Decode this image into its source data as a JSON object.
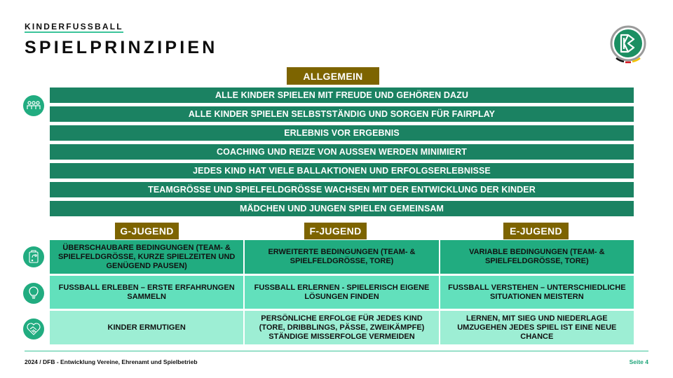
{
  "header": {
    "kicker": "KINDERFUSSBALL",
    "title": "SPIELPRINZIPIEN",
    "logo": "dfb-logo"
  },
  "general": {
    "label": "ALLGEMEIN",
    "icon": "group-of-children-icon",
    "items": [
      "ALLE KINDER SPIELEN MIT FREUDE UND GEHÖREN DAZU",
      "ALLE KINDER SPIELEN SELBSTSTÄNDIG UND SORGEN FÜR FAIRPLAY",
      "ERLEBNIS VOR ERGEBNIS",
      "COACHING UND REIZE VON AUSSEN WERDEN MINIMIERT",
      "JEDES KIND HAT VIELE BALLAKTIONEN UND ERFOLGSERLEBNISSE",
      "TEAMGRÖSSE UND SPIELFELDGRÖSSE WACHSEN MIT DER ENTWICKLUNG DER KINDER",
      "MÄDCHEN UND JUNGEN SPIELEN GEMEINSAM"
    ]
  },
  "table": {
    "columns": [
      "G-JUGEND",
      "F-JUGEND",
      "E-JUGEND"
    ],
    "row_icons": [
      "tactics-board-icon",
      "lightbulb-icon",
      "heart-handshake-icon"
    ],
    "rows": [
      [
        "ÜBERSCHAUBARE BEDINGUNGEN (TEAM- & SPIELFELDGRÖSSE, KURZE SPIELZEITEN UND GENÜGEND PAUSEN)",
        "ERWEITERTE BEDINGUNGEN (TEAM- & SPIELFELDGRÖSSE, TORE)",
        "VARIABLE BEDINGUNGEN (TEAM- & SPIELFELDGRÖSSE, TORE)"
      ],
      [
        "FUSSBALL ERLEBEN – ERSTE ERFAHRUNGEN SAMMELN",
        "FUSSBALL ERLERNEN - SPIELERISCH EIGENE LÖSUNGEN FINDEN",
        "FUSSBALL VERSTEHEN – UNTERSCHIEDLICHE SITUATIONEN MEISTERN"
      ],
      [
        "KINDER ERMUTIGEN",
        "PERSÖNLICHE ERFOLGE FÜR JEDES KIND (TORE, DRIBBLINGS, PÄSSE, ZWEIKÄMPFE) STÄNDIGE MISSERFOLGE VERMEIDEN",
        "LERNEN, MIT SIEG UND NIEDERLAGE UMZUGEHEN JEDES SPIEL IST EINE NEUE CHANCE"
      ]
    ]
  },
  "footer": {
    "left": "2024 / DFB - Entwicklung Vereine, Ehrenamt und Spielbetrieb",
    "right": "Seite 4"
  },
  "colors": {
    "dark_green": "#1b8262",
    "mid_green": "#21ac80",
    "light_green": "#62e0bc",
    "pale_green": "#9deed4",
    "gold": "#7d6400",
    "accent_line": "#3cc49a"
  }
}
